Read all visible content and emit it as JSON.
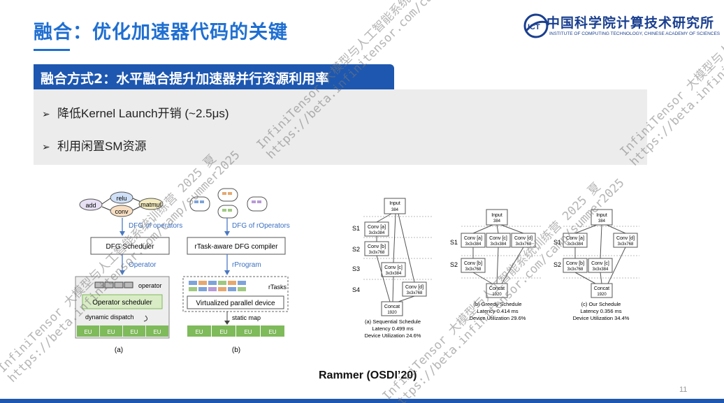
{
  "title": "融合：优化加速器代码的关键",
  "logo": {
    "cn": "中国科学院计算技术研究所",
    "en": "INSTITUTE OF COMPUTING TECHNOLOGY, CHINESE ACADEMY OF SCIENCES",
    "mark": "ICT"
  },
  "section_title": "融合方式2：水平融合提升加速器并行资源利用率",
  "bullets": [
    "降低Kernel Launch开销 (~2.5μs)",
    "利用闲置SM资源"
  ],
  "figure_a": {
    "nodes": {
      "relu": "relu",
      "add": "add",
      "conv": "conv",
      "matmul": "matmul"
    },
    "dfg_of_operators": "DFG of operators",
    "dfg_scheduler": "DFG Scheduler",
    "operator": "Operator",
    "operator_label": "operator",
    "operator_scheduler": "Operator scheduler",
    "dynamic_dispatch": "dynamic dispatch",
    "eu": [
      "EU",
      "EU",
      "EU",
      "EU"
    ],
    "caption": "(a)"
  },
  "figure_b": {
    "dfg_of_roperators": "DFG of rOperators",
    "compiler": "rTask-aware DFG compiler",
    "rprogram": "rProgram",
    "rtasks": "rTasks",
    "virtualized": "Virtualized parallel device",
    "static_map": "static map",
    "eu": [
      "EU",
      "EU",
      "EU",
      "EU"
    ],
    "caption": "(b)"
  },
  "schedules": {
    "stages": [
      "S1",
      "S2",
      "S3",
      "S4"
    ],
    "input": {
      "name": "Input",
      "size": "384"
    },
    "conv_a": "Conv [a]",
    "conv_b": "Conv [b]",
    "conv_c": "Conv [c]",
    "conv_d": "Conv [d]",
    "s384": "3x3x384",
    "s768": "3x3x768",
    "concat": {
      "name": "Concat",
      "size": "1920"
    },
    "captions": [
      {
        "title": "(a) Sequential Schedule",
        "latency": "Latency 0.499 ms",
        "util": "Device Utilization 24.6%"
      },
      {
        "title": "(b) Greedy Schedule",
        "latency": "Latency 0.414 ms",
        "util": "Device Utilization 29.6%"
      },
      {
        "title": "(c) Our Schedule",
        "latency": "Latency 0.356 ms",
        "util": "Device Utilization 34.4%"
      }
    ]
  },
  "caption": "Rammer (OSDI’20)",
  "page_number": "11",
  "watermark": {
    "line1": "InfiniTensor 大模型与人工智能系统训练营 2025 夏",
    "line2": "https://beta.infinitensor.com/camp/summer2025"
  },
  "colors": {
    "brand_blue": "#1f6fd1",
    "bar_blue": "#1d57b0",
    "eu_green": "#7fba5b",
    "sched_green": "#d9ecc6"
  }
}
